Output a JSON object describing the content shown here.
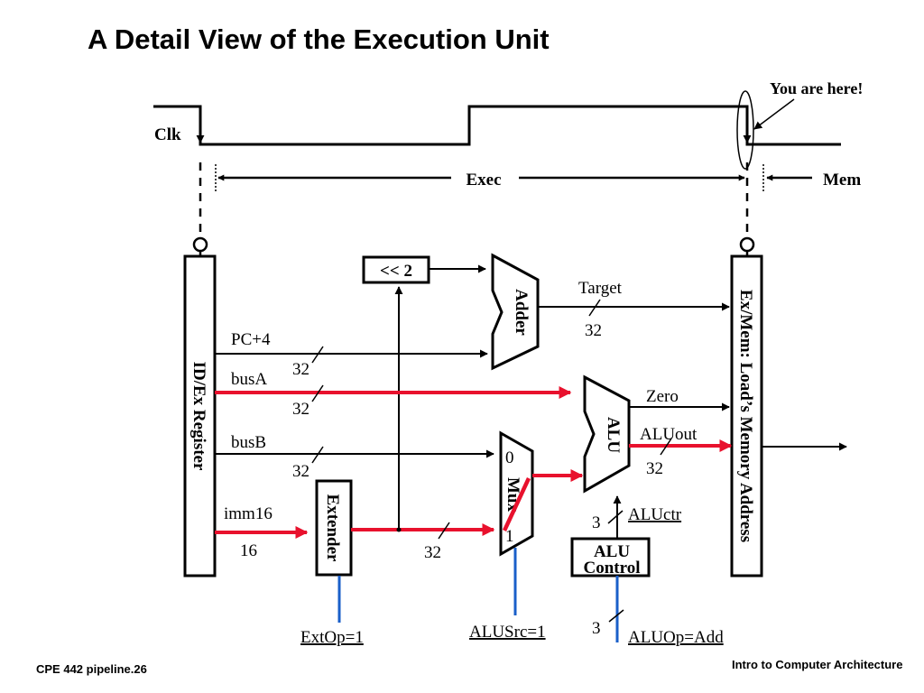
{
  "slide": {
    "title": "A Detail View of the Execution Unit",
    "footer_left": "CPE 442 pipeline.26",
    "footer_right": "Intro to Computer Architecture"
  },
  "timing": {
    "clock_label": "Clk",
    "marker_label": "You are here!",
    "exec_label": "Exec",
    "mem_label": "Mem"
  },
  "blocks": {
    "idex_register": "ID/Ex Register",
    "exmem_register": "Ex/Mem: Load’s Memory Address",
    "shift_left": "<< 2",
    "adder": "Adder",
    "alu": "ALU",
    "mux": "Mux",
    "mux_input0": "0",
    "mux_input1": "1",
    "extender": "Extender",
    "alu_control_line1": "ALU",
    "alu_control_line2": "Control"
  },
  "signals": {
    "pc4": "PC+4",
    "pc4_width": "32",
    "busA": "busA",
    "busA_width": "32",
    "busB": "busB",
    "busB_width": "32",
    "imm16": "imm16",
    "imm16_width": "16",
    "extender_out_width": "32",
    "target": "Target",
    "target_width": "32",
    "zero": "Zero",
    "aluout": "ALUout",
    "aluout_width": "32",
    "aluctr": "ALUctr",
    "aluctr_width": "3",
    "aluop_width": "3"
  },
  "control": {
    "extop": "ExtOp=1",
    "alusrc": "ALUSrc=1",
    "aluop": "ALUOp=Add"
  },
  "colors": {
    "datapath_active": "#e8112d",
    "control_line": "#1a5fc9",
    "wire": "#000000"
  }
}
